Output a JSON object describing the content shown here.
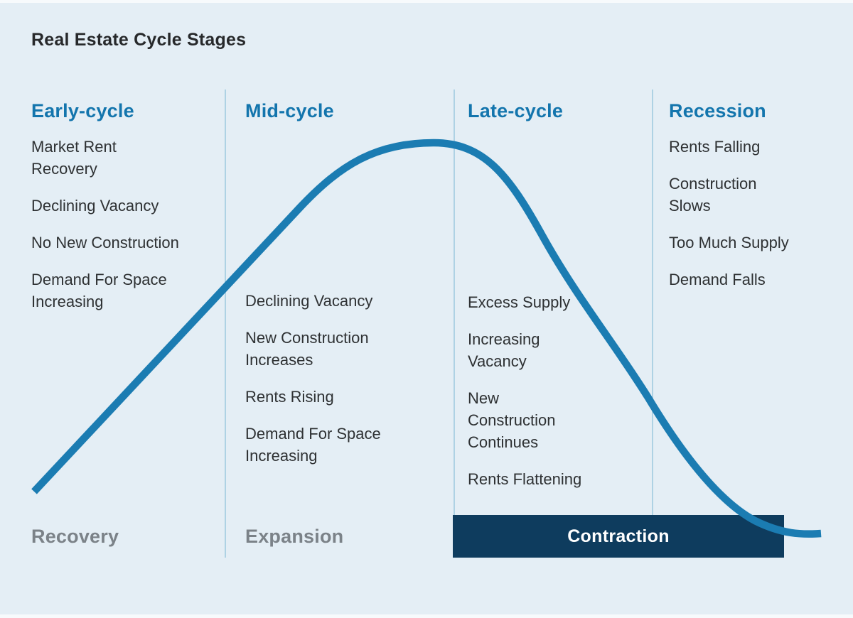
{
  "title": "Real Estate Cycle Stages",
  "columns": [
    {
      "header": "Early-cycle",
      "items": [
        [
          "Market Rent",
          "Recovery"
        ],
        [
          "Declining Vacancy"
        ],
        [
          "No New Construction"
        ],
        [
          "Demand For Space",
          "Increasing"
        ]
      ]
    },
    {
      "header": "Mid-cycle",
      "items": [
        [
          "Declining Vacancy"
        ],
        [
          "New Construction",
          "Increases"
        ],
        [
          "Rents Rising"
        ],
        [
          "Demand For Space",
          "Increasing"
        ]
      ]
    },
    {
      "header": "Late-cycle",
      "items": [
        [
          "Excess Supply"
        ],
        [
          "Increasing",
          "Vacancy"
        ],
        [
          "New",
          "Construction",
          "Continues"
        ],
        [
          "Rents Flattening"
        ]
      ]
    },
    {
      "header": "Recession",
      "items": [
        [
          "Rents Falling"
        ],
        [
          "Construction",
          "Slows"
        ],
        [
          "Too Much Supply"
        ],
        [
          "Demand Falls"
        ]
      ]
    }
  ],
  "phases": [
    {
      "label": "Recovery"
    },
    {
      "label": "Expansion"
    },
    {
      "label": "Contraction"
    }
  ],
  "colors": {
    "background": "#e4eef5",
    "accent_blue": "#1375ad",
    "curve_blue": "#1b7cb2",
    "text_dark": "#2e3133",
    "phase_gray": "#7b8288",
    "contraction_bar": "#0e3c5e",
    "contraction_text": "#ffffff",
    "divider": "#aed2e4"
  }
}
